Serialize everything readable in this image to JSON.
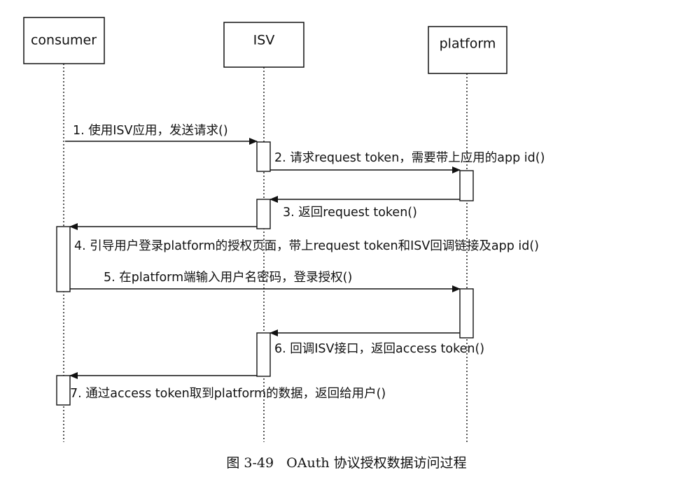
{
  "participants": [
    {
      "id": "consumer",
      "label": "consumer"
    },
    {
      "id": "isv",
      "label": "ISV"
    },
    {
      "id": "platform",
      "label": "platform"
    }
  ],
  "messages": [
    {
      "label": "1. 使用ISV应用，发送请求()",
      "from": "consumer",
      "to": "isv"
    },
    {
      "label": "2. 请求request token，需要带上应用的app id()",
      "from": "isv",
      "to": "platform"
    },
    {
      "label": "3. 返回request token()",
      "from": "platform",
      "to": "isv"
    },
    {
      "label": "4. 引导用户登录platform的授权页面，带上request token和ISV回调链接及app id()",
      "from": "isv",
      "to": "consumer"
    },
    {
      "label": "5. 在platform端输入用户名密码，登录授权()",
      "from": "consumer",
      "to": "platform"
    },
    {
      "label": "6. 回调ISV接口，返回access token()",
      "from": "platform",
      "to": "isv"
    },
    {
      "label": "7. 通过access token取到platform的数据，返回给用户()",
      "from": "isv",
      "to": "consumer"
    }
  ],
  "caption": "图 3-49   OAuth 协议授权数据访问过程",
  "colors": {
    "line": "#111111",
    "box_fill": "#ffffff",
    "background": "#ffffff"
  }
}
